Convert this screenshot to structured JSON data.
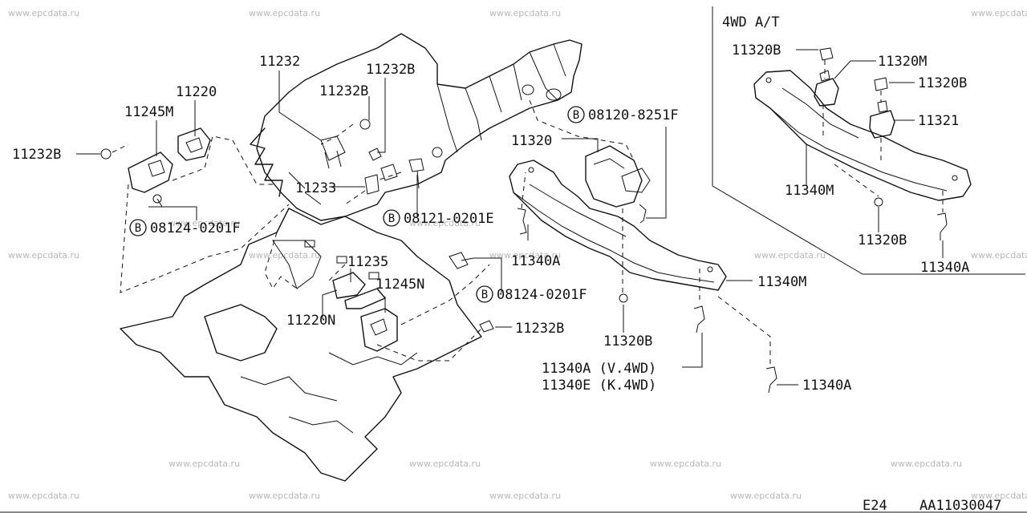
{
  "watermark": "www.epcdata.ru",
  "section_title": "4WD A/T",
  "footer": {
    "section": "E24",
    "code": "AA11030047"
  },
  "bolt_marker": "B",
  "labels": {
    "p11232": "11232",
    "p11232B_a": "11232B",
    "p11232B_b": "11232B",
    "p11232B_c": "11232B",
    "p11232B_d": "11232B",
    "p11220": "11220",
    "p11245M": "11245M",
    "p11233": "11233",
    "p08124_a": "08124-0201F",
    "p08121": "08121-0201E",
    "p08120": "08120-8251F",
    "p11320": "11320",
    "p11340A_a": "11340A",
    "p11235": "11235",
    "p11245N": "11245N",
    "p11220N": "11220N",
    "p08124_b": "08124-0201F",
    "p11340M_a": "11340M",
    "p11320B_a": "11320B",
    "p11340A_v": "11340A (V.4WD)",
    "p11340E_k": "11340E (K.4WD)",
    "p11340A_b": "11340A",
    "r11320B_top": "11320B",
    "r11320M": "11320M",
    "r11320B_mid": "11320B",
    "r11321": "11321",
    "r11340M": "11340M",
    "r11320B_bot": "11320B",
    "r11340A": "11340A"
  }
}
